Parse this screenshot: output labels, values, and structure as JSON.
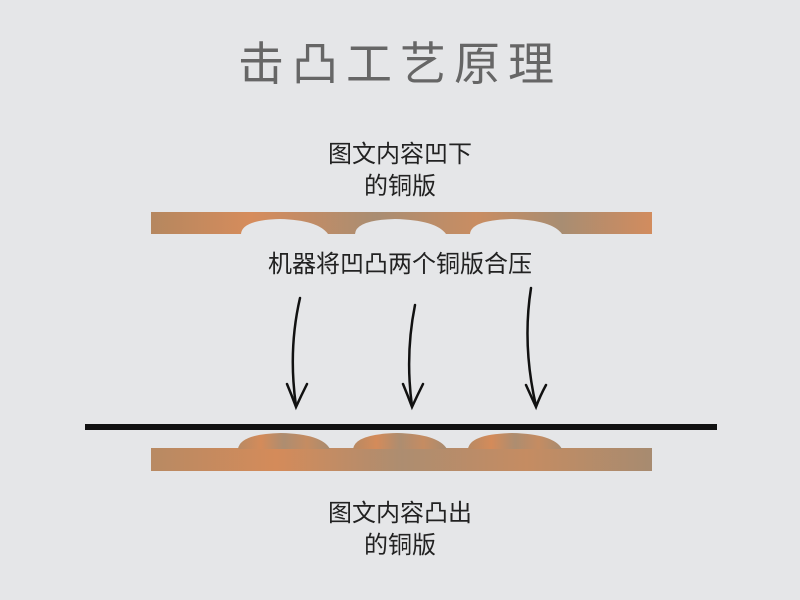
{
  "title": "击凸工艺原理",
  "top_caption": [
    "图文内容凹下",
    "的铜版"
  ],
  "middle_caption": "机器将凹凸两个铜版合压",
  "bottom_caption": [
    "图文内容凸出",
    "的铜版"
  ],
  "colors": {
    "background": "#e5e6e8",
    "copper_light": "#d1895a",
    "copper_dark": "#a88b6e",
    "arrow": "#111111",
    "paper_line": "#111111",
    "bump": "#e8e9eb"
  },
  "icons": [
    "down-arrow-icon",
    "down-arrow-icon",
    "down-arrow-icon"
  ]
}
